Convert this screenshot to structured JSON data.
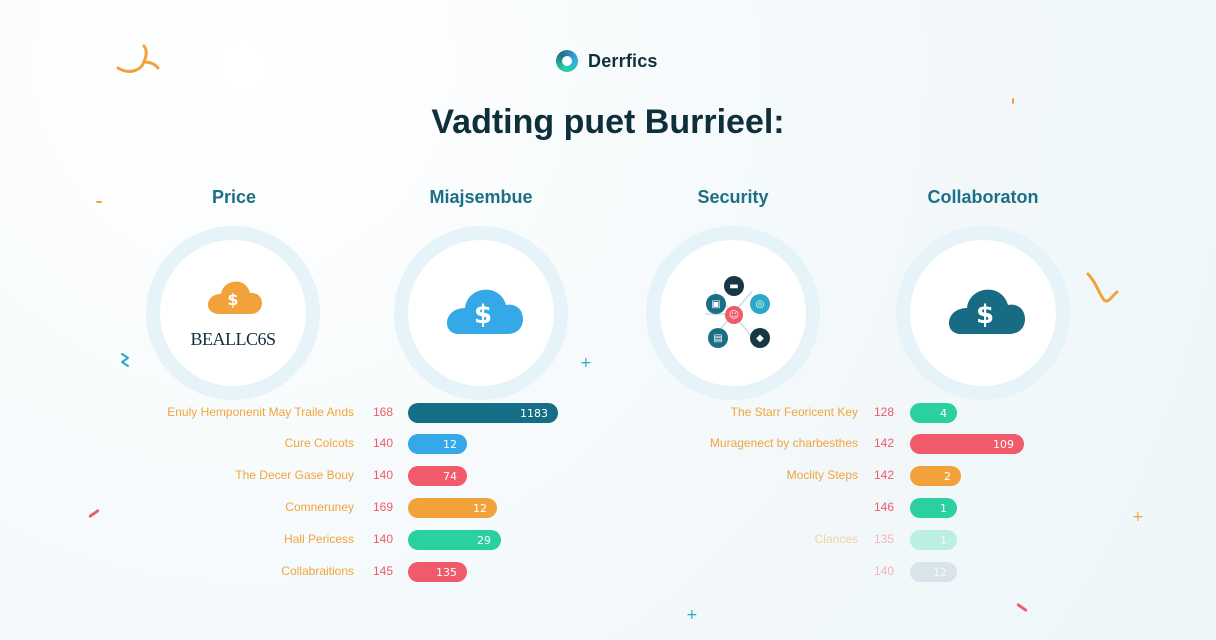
{
  "brand": {
    "name": "Derrfics"
  },
  "title": "Vadting puet Burrieel:",
  "columns": {
    "c1": {
      "title": "Price",
      "icon_caption": "BEALLC6S"
    },
    "c2": {
      "title": "Miajsembue"
    },
    "c3": {
      "title": "Security"
    },
    "c4": {
      "title": "Collaboraton"
    }
  },
  "left_bars": [
    {
      "label": "Enuly Hemponenit May Traile Ands",
      "num": "168",
      "value_text": "1183",
      "color": "#146f86",
      "fraction": 1.0
    },
    {
      "label": "Cure Colcots",
      "num": "140",
      "value_text": "12",
      "color": "#35a8e8",
      "fraction": 0.39
    },
    {
      "label": "The Decer Gase Bouy",
      "num": "140",
      "value_text": "74",
      "color": "#f05a6a",
      "fraction": 0.39
    },
    {
      "label": "Comneruney",
      "num": "169",
      "value_text": "12",
      "color": "#f2a23a",
      "fraction": 0.59
    },
    {
      "label": "Hall Pericess",
      "num": "140",
      "value_text": "29",
      "color": "#2bd0a1",
      "fraction": 0.62
    },
    {
      "label": "Collabraitions",
      "num": "145",
      "value_text": "135",
      "color": "#f05a6a",
      "fraction": 0.39
    }
  ],
  "right_bars": [
    {
      "label": "The Starr Feoricent Key",
      "num": "128",
      "value_text": "4",
      "color": "#2bd0a1",
      "fraction": 0.38
    },
    {
      "label": "Muragenect by charbesthes",
      "num": "142",
      "value_text": "109",
      "color": "#f05a6a",
      "fraction": 0.92
    },
    {
      "label": "Moclity Steps",
      "num": "142",
      "value_text": "2",
      "color": "#f2a23a",
      "fraction": 0.41
    },
    {
      "label": "",
      "num": "146",
      "value_text": "1",
      "color": "#2bd0a1",
      "fraction": 0.38
    },
    {
      "label": "Clances",
      "num": "135",
      "value_text": "1",
      "color": "#8fe9d0",
      "fraction": 0.38,
      "faded": true
    },
    {
      "label": "",
      "num": "140",
      "value_text": "12",
      "color": "#c7d6dd",
      "fraction": 0.38,
      "faded": true
    }
  ],
  "colors": {
    "teal": "#1d6f86",
    "orange": "#f2a23a",
    "pink": "#f05a6a",
    "blue": "#35a8e8",
    "green": "#2bd0a1"
  }
}
